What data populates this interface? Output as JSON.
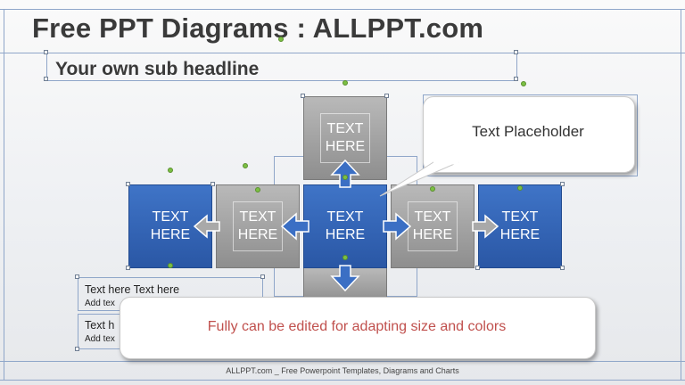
{
  "title": "Free PPT Diagrams : ALLPPT.com",
  "subtitle": "Your own sub headline",
  "boxes": {
    "top": {
      "line1": "TEXT",
      "line2": "HERE"
    },
    "far_left": {
      "line1": "TEXT",
      "line2": "HERE"
    },
    "left": {
      "line1": "TEXT",
      "line2": "HERE"
    },
    "center": {
      "line1": "TEXT",
      "line2": "HERE"
    },
    "right": {
      "line1": "TEXT",
      "line2": "HERE"
    },
    "far_right": {
      "line1": "TEXT",
      "line2": "HERE"
    }
  },
  "callout_top": "Text Placeholder",
  "callout_bottom": "Fully can be edited for adapting size and colors",
  "notes": {
    "first_main": "Text here Text here",
    "first_sub": "Add tex",
    "second_main": "Text h",
    "second_sub": "Add tex"
  },
  "footer": "ALLPPT.com _ Free Powerpoint Templates, Diagrams and Charts",
  "colors": {
    "blue_box": "#2f62b5",
    "gray_box": "#9a9a9a",
    "arrow_blue": "#3b6fc4",
    "arrow_gray": "#a9a9a9",
    "callout_bottom_text": "#c0504d",
    "title_text": "#3a3a3a"
  }
}
